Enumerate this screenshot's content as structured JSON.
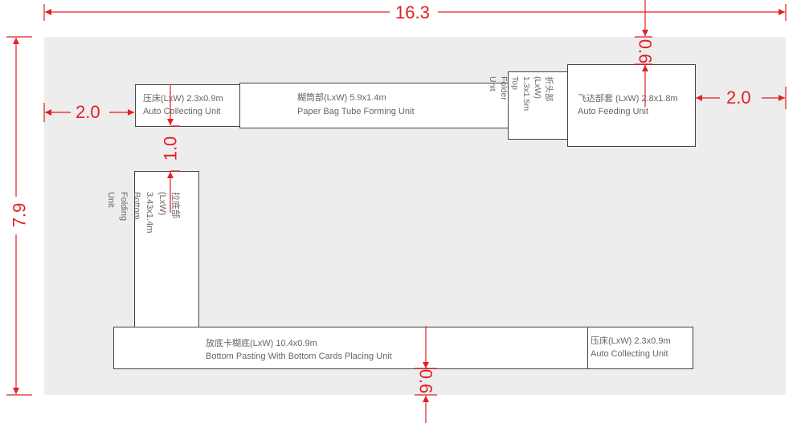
{
  "units": [
    {
      "name_cn": "压床(LxW) 2.3x0.9m",
      "name_en": "Auto Collecting Unit"
    },
    {
      "name_cn": "糊筒部(LxW) 5.9x1.4m",
      "name_en": "Paper Bag Tube Forming Unit"
    },
    {
      "name_cn": "折头部(LxW)",
      "size": "1.3x1.5m",
      "name_en": "Top Folder Unit"
    },
    {
      "name_cn": "飞达部套 (LxW) 2.8x1.8m",
      "name_en": "Auto Feeding Unit"
    },
    {
      "name_cn": "拉底部(LxW) 3.43x1.4m",
      "name_en": "Bottom Folding Unit"
    },
    {
      "name_cn": "放底卡糊底(LxW) 10.4x0.9m",
      "name_en": "Bottom Pasting With Bottom Cards Placing Unit"
    },
    {
      "name_cn": "压床(LxW) 2.3x0.9m",
      "name_en": "Auto Collecting Unit"
    }
  ],
  "dimensions": {
    "total_length": "16.3",
    "total_width": "7.9",
    "left_margin": "2.0",
    "right_margin": "2.0",
    "top_gap": "0.6",
    "bottom_gap": "0.6",
    "unit_gap": "1.0"
  },
  "colors": {
    "dimension": "#e31e24",
    "floor": "#ededed"
  }
}
